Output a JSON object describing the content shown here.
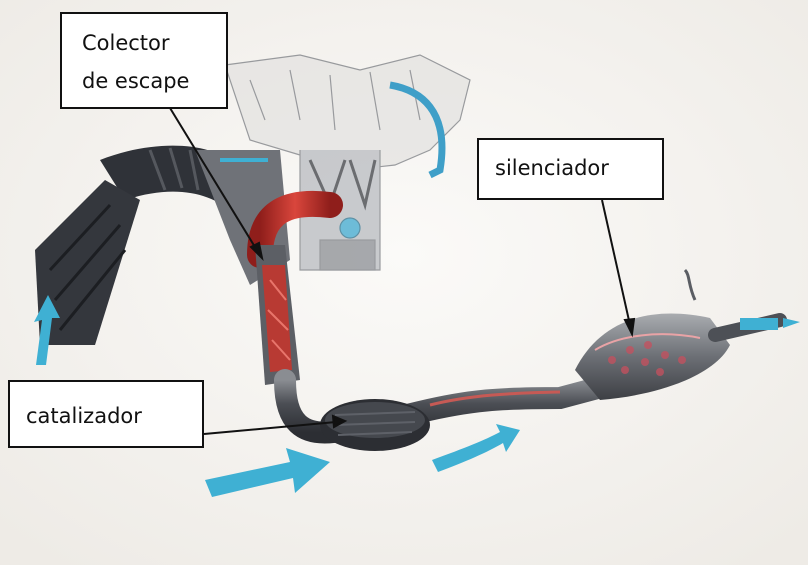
{
  "labels": {
    "collector_line1": "Colector",
    "collector_line2": "de escape",
    "muffler": "silenciador",
    "catalyst": "catalizador"
  },
  "colors": {
    "background": "#f6f4f1",
    "hot_gas": "#c8322c",
    "airflow_arrow": "#3fb0d3",
    "metal": "#5d6066",
    "leader_line": "#111111"
  }
}
